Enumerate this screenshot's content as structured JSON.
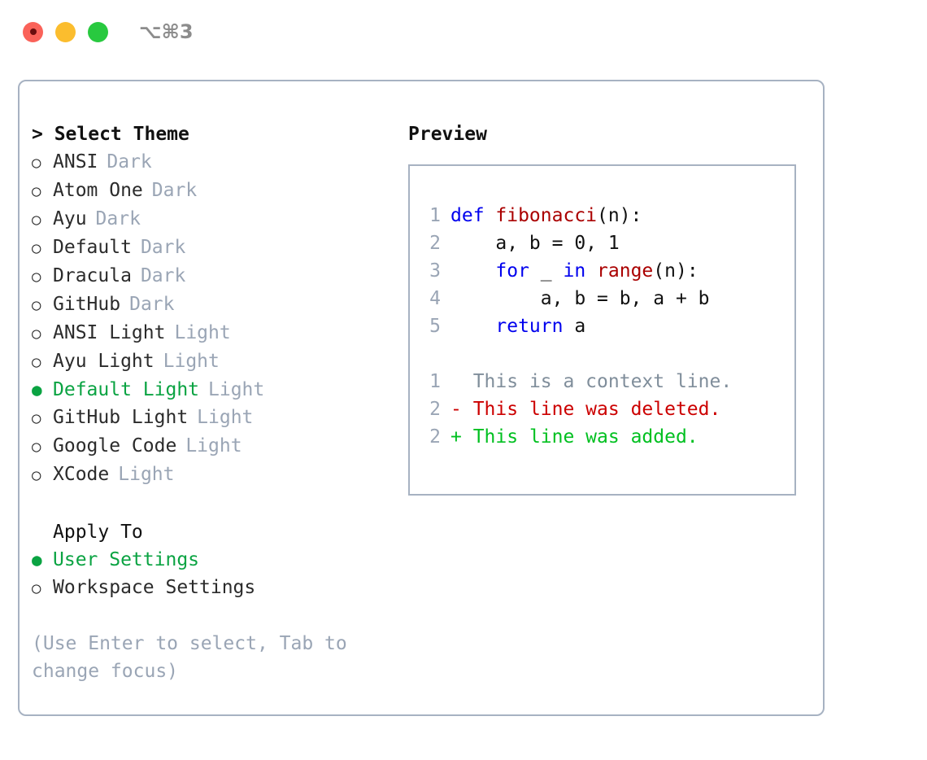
{
  "titlebar": {
    "shortcut": "⌥⌘3",
    "buttons": [
      "close",
      "minimize",
      "zoom"
    ]
  },
  "left": {
    "header": "> Select Theme",
    "themes": [
      {
        "bullet": "○",
        "name": "ANSI",
        "tag": "Dark",
        "selected": false
      },
      {
        "bullet": "○",
        "name": "Atom One",
        "tag": "Dark",
        "selected": false
      },
      {
        "bullet": "○",
        "name": "Ayu",
        "tag": "Dark",
        "selected": false
      },
      {
        "bullet": "○",
        "name": "Default",
        "tag": "Dark",
        "selected": false
      },
      {
        "bullet": "○",
        "name": "Dracula",
        "tag": "Dark",
        "selected": false
      },
      {
        "bullet": "○",
        "name": "GitHub",
        "tag": "Dark",
        "selected": false
      },
      {
        "bullet": "○",
        "name": "ANSI Light",
        "tag": "Light",
        "selected": false
      },
      {
        "bullet": "○",
        "name": "Ayu Light",
        "tag": "Light",
        "selected": false
      },
      {
        "bullet": "●",
        "name": "Default Light",
        "tag": "Light",
        "selected": true
      },
      {
        "bullet": "○",
        "name": "GitHub Light",
        "tag": "Light",
        "selected": false
      },
      {
        "bullet": "○",
        "name": "Google Code",
        "tag": "Light",
        "selected": false
      },
      {
        "bullet": "○",
        "name": "XCode",
        "tag": "Light",
        "selected": false
      }
    ],
    "apply_to_title": "Apply To",
    "apply_to": [
      {
        "bullet": "●",
        "name": "User Settings",
        "selected": true
      },
      {
        "bullet": "○",
        "name": "Workspace Settings",
        "selected": false
      }
    ],
    "hint": "(Use Enter to select, Tab to change focus)"
  },
  "right": {
    "preview_title": "Preview",
    "code_lines": [
      {
        "num": "1",
        "tokens": [
          {
            "t": "def ",
            "c": "kw"
          },
          {
            "t": "fibonacci",
            "c": "fn"
          },
          {
            "t": "(n):",
            "c": "plain"
          }
        ]
      },
      {
        "num": "2",
        "tokens": [
          {
            "t": "    a, b = 0, 1",
            "c": "plain"
          }
        ]
      },
      {
        "num": "3",
        "tokens": [
          {
            "t": "    ",
            "c": "plain"
          },
          {
            "t": "for",
            "c": "kw"
          },
          {
            "t": " _ ",
            "c": "plain"
          },
          {
            "t": "in",
            "c": "kw"
          },
          {
            "t": " ",
            "c": "plain"
          },
          {
            "t": "range",
            "c": "fn"
          },
          {
            "t": "(n):",
            "c": "plain"
          }
        ]
      },
      {
        "num": "4",
        "tokens": [
          {
            "t": "        a, b = b, a + b",
            "c": "plain"
          }
        ]
      },
      {
        "num": "5",
        "tokens": [
          {
            "t": "    ",
            "c": "plain"
          },
          {
            "t": "return",
            "c": "kw"
          },
          {
            "t": " a",
            "c": "plain"
          }
        ]
      }
    ],
    "diff_lines": [
      {
        "num": "1",
        "marker": "  ",
        "text": "This is a context line.",
        "kind": "ctx"
      },
      {
        "num": "2",
        "marker": "- ",
        "text": "This line was deleted.",
        "kind": "del"
      },
      {
        "num": "2",
        "marker": "+ ",
        "text": "This line was added.",
        "kind": "add"
      }
    ]
  },
  "colors": {
    "accent_green": "#0aa342",
    "muted": "#9aa5b5",
    "border": "#a7b2c2",
    "keyword_blue": "#0000ee",
    "function_red": "#aa0000",
    "diff_delete": "#cc0000",
    "diff_add": "#00c020"
  }
}
